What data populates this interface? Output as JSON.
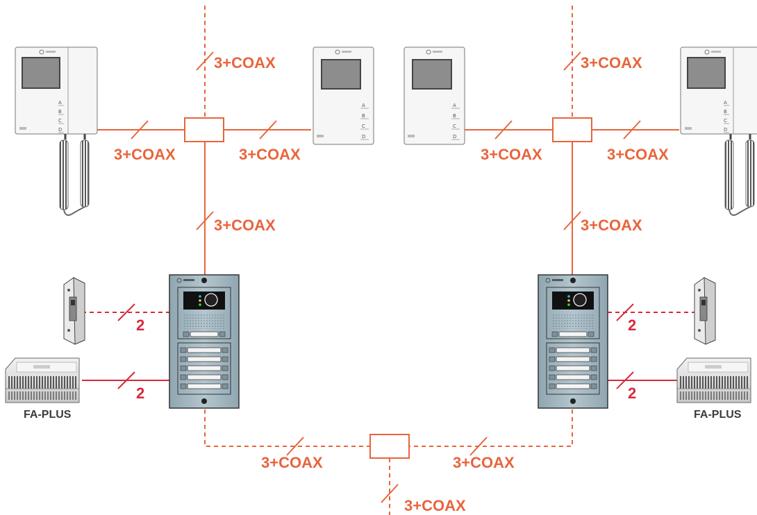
{
  "colors": {
    "coax_wire": "#e8643c",
    "two_wire": "#d8283c",
    "panel": "#9fb3bd",
    "monitor_body": "#f4f4f4",
    "screen": "#8c8c8c",
    "psu_label_text": "#3a3a3a"
  },
  "labels": {
    "coax": "3+COAX",
    "two_wire": "2"
  },
  "monitor_keys": [
    "A",
    "B",
    "C",
    "D"
  ],
  "power_supplies": {
    "left": "FA-PLUS",
    "right": "FA-PLUS"
  },
  "icons": [
    "monitor-handset-icon",
    "monitor-handsfree-icon",
    "door-panel-icon",
    "lock-release-icon",
    "power-supply-icon",
    "distributor-box-icon"
  ]
}
